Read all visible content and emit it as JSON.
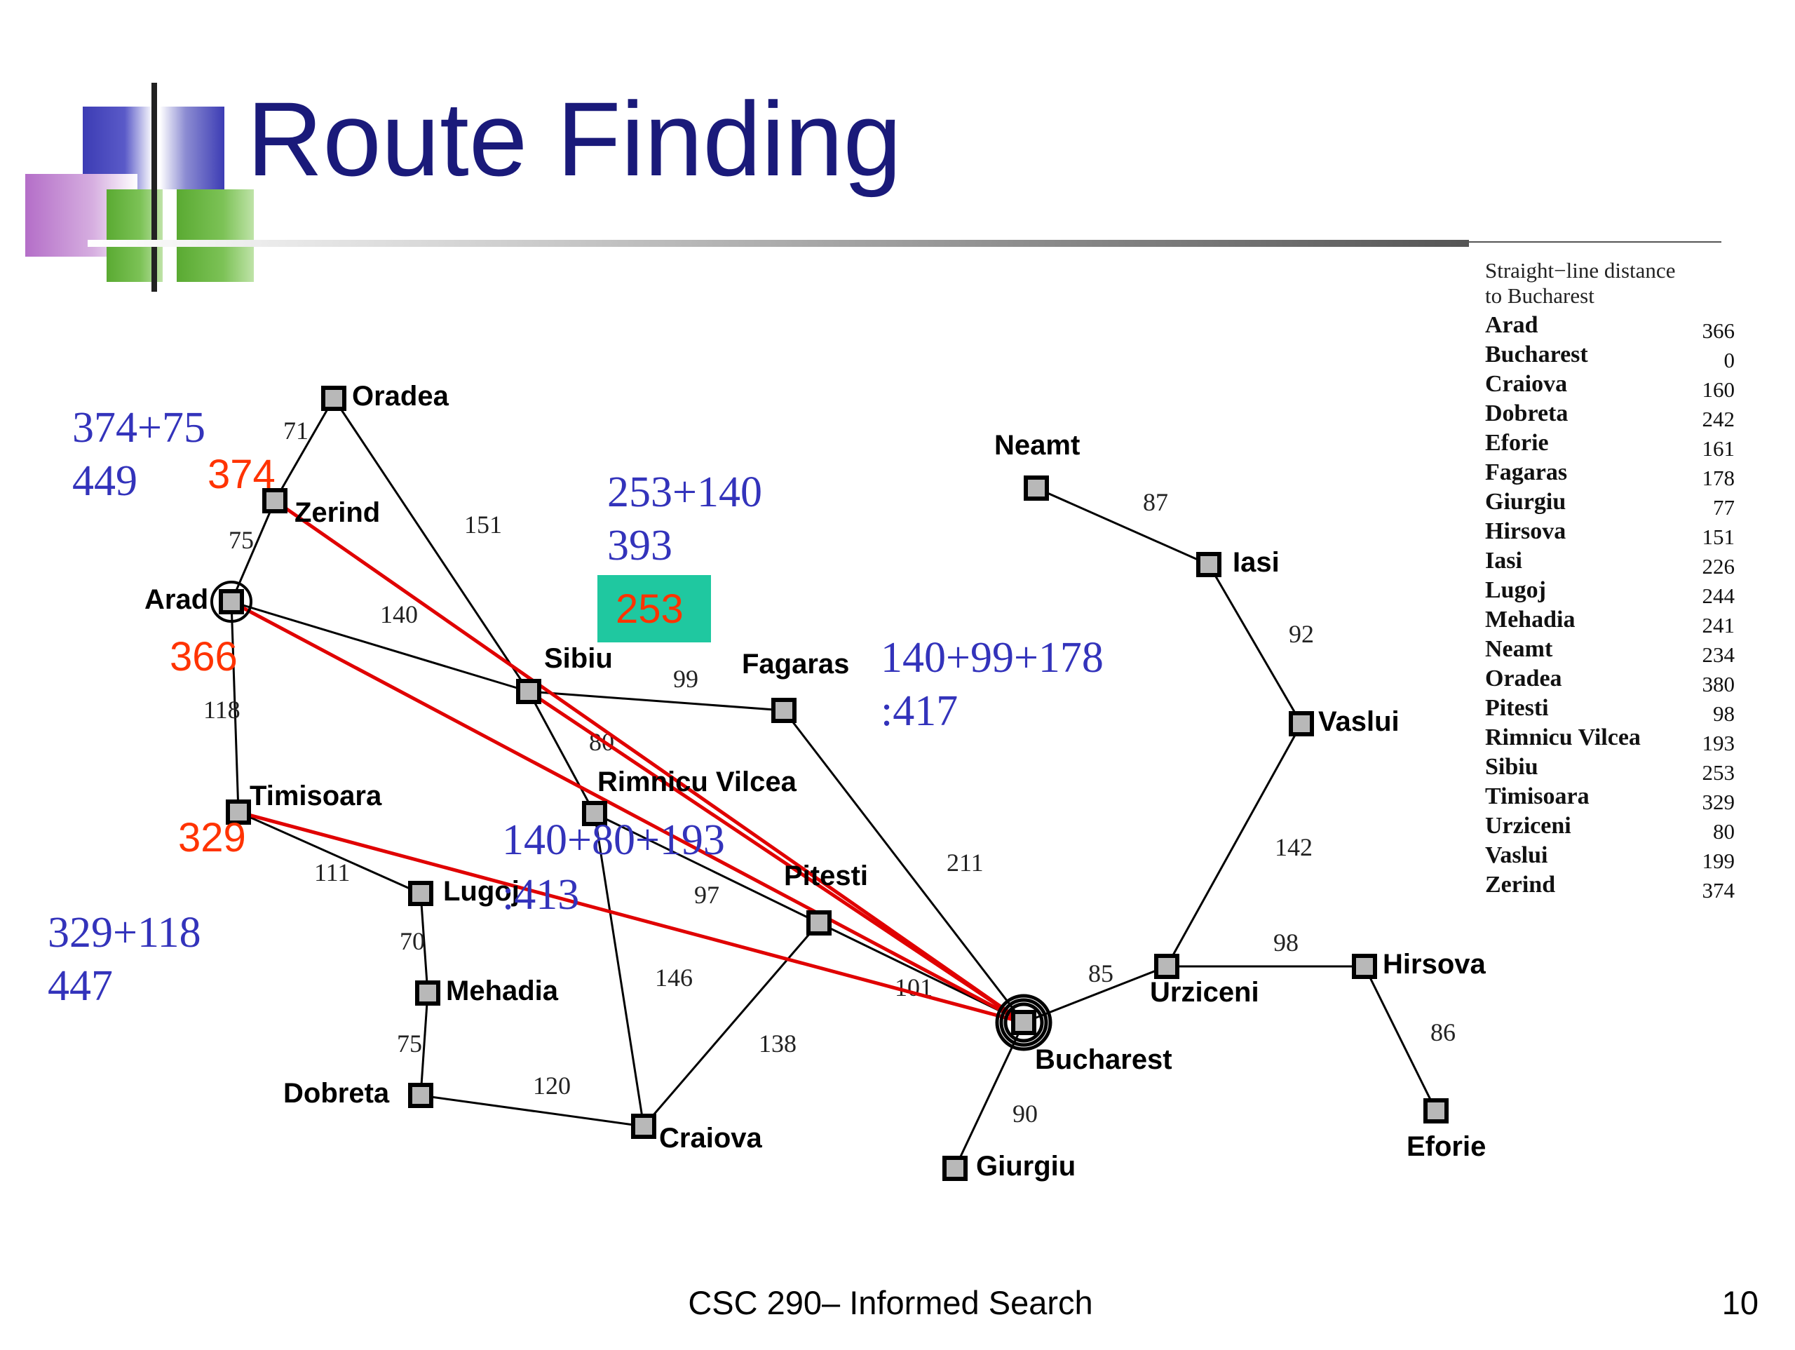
{
  "slide": {
    "title": "Route Finding",
    "footer": "CSC 290– Informed Search",
    "page_number": "10"
  },
  "colors": {
    "title": "#1a1a7a",
    "edge": "#000000",
    "node_fill": "#b8b8b8",
    "heuristic_line": "#e00000",
    "annotation_orange": "#ff3300",
    "annotation_blue": "#3333bb",
    "highlight_box": "#1fc8a0",
    "deco_blue": "#3c3cb4",
    "deco_green": "#5aaa32",
    "deco_purple": "#b46ec8"
  },
  "legend": {
    "title_line1": "Straight−line distance",
    "title_line2": "to Bucharest",
    "rows": [
      {
        "city": "Arad",
        "dist": "366"
      },
      {
        "city": "Bucharest",
        "dist": "0"
      },
      {
        "city": "Craiova",
        "dist": "160"
      },
      {
        "city": "Dobreta",
        "dist": "242"
      },
      {
        "city": "Eforie",
        "dist": "161"
      },
      {
        "city": "Fagaras",
        "dist": "178"
      },
      {
        "city": "Giurgiu",
        "dist": "77"
      },
      {
        "city": "Hirsova",
        "dist": "151"
      },
      {
        "city": "Iasi",
        "dist": "226"
      },
      {
        "city": "Lugoj",
        "dist": "244"
      },
      {
        "city": "Mehadia",
        "dist": "241"
      },
      {
        "city": "Neamt",
        "dist": "234"
      },
      {
        "city": "Oradea",
        "dist": "380"
      },
      {
        "city": "Pitesti",
        "dist": "98"
      },
      {
        "city": "Rimnicu Vilcea",
        "dist": "193"
      },
      {
        "city": "Sibiu",
        "dist": "253"
      },
      {
        "city": "Timisoara",
        "dist": "329"
      },
      {
        "city": "Urziceni",
        "dist": "80"
      },
      {
        "city": "Vaslui",
        "dist": "199"
      },
      {
        "city": "Zerind",
        "dist": "374"
      }
    ]
  },
  "cities": [
    {
      "id": "oradea",
      "name": "Oradea"
    },
    {
      "id": "zerind",
      "name": "Zerind"
    },
    {
      "id": "arad",
      "name": "Arad"
    },
    {
      "id": "sibiu",
      "name": "Sibiu"
    },
    {
      "id": "fagaras",
      "name": "Fagaras"
    },
    {
      "id": "timisoara",
      "name": "Timisoara"
    },
    {
      "id": "rimnicu",
      "name": "Rimnicu Vilcea"
    },
    {
      "id": "lugoj",
      "name": "Lugoj"
    },
    {
      "id": "pitesti",
      "name": "Pitesti"
    },
    {
      "id": "mehadia",
      "name": "Mehadia"
    },
    {
      "id": "dobreta",
      "name": "Dobreta"
    },
    {
      "id": "craiova",
      "name": "Craiova"
    },
    {
      "id": "bucharest",
      "name": "Bucharest"
    },
    {
      "id": "giurgiu",
      "name": "Giurgiu"
    },
    {
      "id": "urziceni",
      "name": "Urziceni"
    },
    {
      "id": "hirsova",
      "name": "Hirsova"
    },
    {
      "id": "eforie",
      "name": "Eforie"
    },
    {
      "id": "vaslui",
      "name": "Vaslui"
    },
    {
      "id": "iasi",
      "name": "Iasi"
    },
    {
      "id": "neamt",
      "name": "Neamt"
    }
  ],
  "roads": [
    {
      "from": "oradea",
      "to": "zerind",
      "dist": "71"
    },
    {
      "from": "zerind",
      "to": "arad",
      "dist": "75"
    },
    {
      "from": "oradea",
      "to": "sibiu",
      "dist": "151"
    },
    {
      "from": "arad",
      "to": "sibiu",
      "dist": "140"
    },
    {
      "from": "arad",
      "to": "timisoara",
      "dist": "118"
    },
    {
      "from": "sibiu",
      "to": "fagaras",
      "dist": "99"
    },
    {
      "from": "sibiu",
      "to": "rimnicu",
      "dist": "80"
    },
    {
      "from": "timisoara",
      "to": "lugoj",
      "dist": "111"
    },
    {
      "from": "lugoj",
      "to": "mehadia",
      "dist": "70"
    },
    {
      "from": "mehadia",
      "to": "dobreta",
      "dist": "75"
    },
    {
      "from": "dobreta",
      "to": "craiova",
      "dist": "120"
    },
    {
      "from": "rimnicu",
      "to": "pitesti",
      "dist": "97"
    },
    {
      "from": "rimnicu",
      "to": "craiova",
      "dist": "146"
    },
    {
      "from": "craiova",
      "to": "pitesti",
      "dist": "138"
    },
    {
      "from": "fagaras",
      "to": "bucharest",
      "dist": "211"
    },
    {
      "from": "pitesti",
      "to": "bucharest",
      "dist": "101"
    },
    {
      "from": "bucharest",
      "to": "giurgiu",
      "dist": "90"
    },
    {
      "from": "bucharest",
      "to": "urziceni",
      "dist": "85"
    },
    {
      "from": "urziceni",
      "to": "hirsova",
      "dist": "98"
    },
    {
      "from": "hirsova",
      "to": "eforie",
      "dist": "86"
    },
    {
      "from": "urziceni",
      "to": "vaslui",
      "dist": "142"
    },
    {
      "from": "vaslui",
      "to": "iasi",
      "dist": "92"
    },
    {
      "from": "iasi",
      "to": "neamt",
      "dist": "87"
    }
  ],
  "heuristic_lines": [
    {
      "from": "zerind",
      "to": "bucharest"
    },
    {
      "from": "arad",
      "to": "bucharest"
    },
    {
      "from": "timisoara",
      "to": "bucharest"
    },
    {
      "from": "sibiu",
      "to": "bucharest"
    }
  ],
  "annotations": {
    "zerind_h": "374",
    "zerind_sum": "374+75",
    "zerind_total": "449",
    "arad_h": "366",
    "timisoara_h": "329",
    "timisoara_sum": "329+118",
    "timisoara_total": "447",
    "sibiu_sum": "253+140",
    "sibiu_total": "393",
    "sibiu_h_box": "253",
    "fagaras_sum": "140+99+178",
    "fagaras_total": ":417",
    "rimnicu_sum": "140+80+193",
    "rimnicu_total": ":413"
  }
}
